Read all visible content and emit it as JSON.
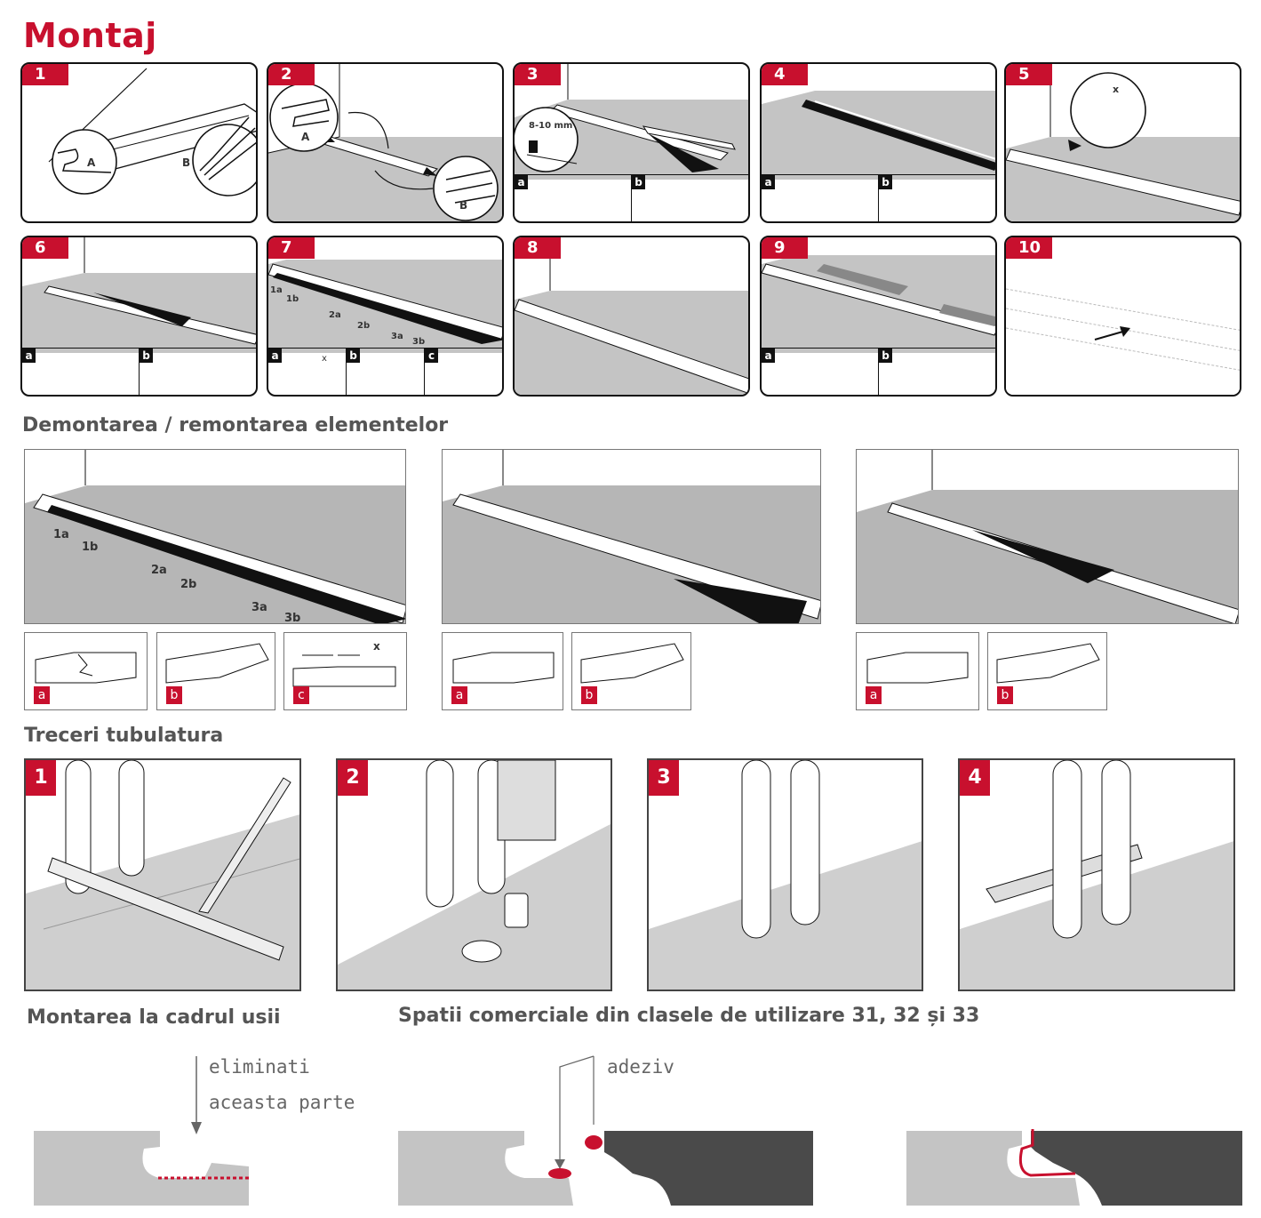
{
  "title": "Montaj",
  "steps": [
    {
      "n": "1",
      "callouts": [
        "A",
        "B"
      ]
    },
    {
      "n": "2",
      "callouts": [
        "A",
        "B"
      ]
    },
    {
      "n": "3",
      "measure": "8-10 mm",
      "sub": [
        "a",
        "b"
      ]
    },
    {
      "n": "4",
      "sub": [
        "a",
        "b"
      ]
    },
    {
      "n": "5",
      "gap": "x"
    },
    {
      "n": "6",
      "sub": [
        "a",
        "b"
      ]
    },
    {
      "n": "7",
      "seq": [
        "1a",
        "1b",
        "2a",
        "2b",
        "3a",
        "3b"
      ],
      "sub": [
        "a",
        "b",
        "c"
      ],
      "gap": "x"
    },
    {
      "n": "8"
    },
    {
      "n": "9",
      "sub": [
        "a",
        "b"
      ]
    },
    {
      "n": "10"
    }
  ],
  "dismantle": {
    "heading": "Demontarea / remontarea elementelor",
    "seq": [
      "1a",
      "1b",
      "2a",
      "2b",
      "3a",
      "3b"
    ],
    "panel1_sub": [
      "a",
      "b",
      "c"
    ],
    "gap": "x",
    "panel2_sub": [
      "a",
      "b"
    ],
    "panel3_sub": [
      "a",
      "b"
    ]
  },
  "pipes": {
    "heading": "Treceri tubulatura",
    "steps": [
      "1",
      "2",
      "3",
      "4"
    ]
  },
  "door": {
    "heading": "Montarea la cadrul usii",
    "note_line1": "eliminati",
    "note_line2": "aceasta parte"
  },
  "commercial": {
    "heading": "Spatii comerciale din clasele de utilizare 31, 32 și 33",
    "note": "adeziv"
  },
  "colors": {
    "accent": "#c8102e",
    "floor": "#c4c4c4",
    "dark": "#4a4a4a"
  }
}
